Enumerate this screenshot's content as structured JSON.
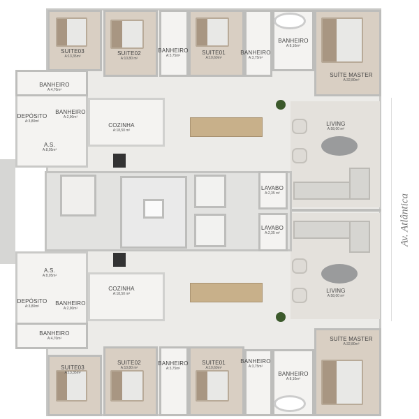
{
  "street": "Av. Atlântica",
  "top": [
    {
      "name": "SUITE03",
      "area": "A:13,35m²"
    },
    {
      "name": "SUITE02",
      "area": "A:10,80 m²"
    },
    {
      "name": "BANHEIRO",
      "area": "A:3,75m²"
    },
    {
      "name": "SUITE01",
      "area": "A:10,60m²"
    },
    {
      "name": "BANHEIRO",
      "area": "A:3,75m²"
    },
    {
      "name": "BANHEIRO",
      "area": "A:8,10m²"
    },
    {
      "name": "SUÍTE MASTER",
      "area": "A:32,80m²"
    },
    {
      "name": "BANHEIRO",
      "area": "A:4,70m²"
    },
    {
      "name": "DEPÓSITO",
      "area": "A:3,80m²"
    },
    {
      "name": "BANHEIRO",
      "area": "A:2,90m²"
    },
    {
      "name": "COZINHA",
      "area": "A:18,50 m²"
    },
    {
      "name": "A.S.",
      "area": "A:8,05m²"
    },
    {
      "name": "LIVING",
      "area": "A:58,00 m²"
    },
    {
      "name": "LAVABO",
      "area": "A:2,35 m²"
    }
  ],
  "bottom": [
    {
      "name": "SUITE03",
      "area": "A:13,35m²"
    },
    {
      "name": "SUITE02",
      "area": "A:10,80 m²"
    },
    {
      "name": "BANHEIRO",
      "area": "A:3,75m²"
    },
    {
      "name": "SUITE01",
      "area": "A:10,60m²"
    },
    {
      "name": "BANHEIRO",
      "area": "A:3,75m²"
    },
    {
      "name": "BANHEIRO",
      "area": "A:8,10m²"
    },
    {
      "name": "SUÍTE MASTER",
      "area": "A:32,80m²"
    },
    {
      "name": "BANHEIRO",
      "area": "A:4,70m²"
    },
    {
      "name": "DEPÓSITO",
      "area": "A:3,80m²"
    },
    {
      "name": "BANHEIRO",
      "area": "A:2,90m²"
    },
    {
      "name": "COZINHA",
      "area": "A:18,50 m²"
    },
    {
      "name": "A.S.",
      "area": "A:8,05m²"
    },
    {
      "name": "LIVING",
      "area": "A:58,00 m²"
    },
    {
      "name": "LAVABO",
      "area": "A:2,35 m²"
    }
  ]
}
